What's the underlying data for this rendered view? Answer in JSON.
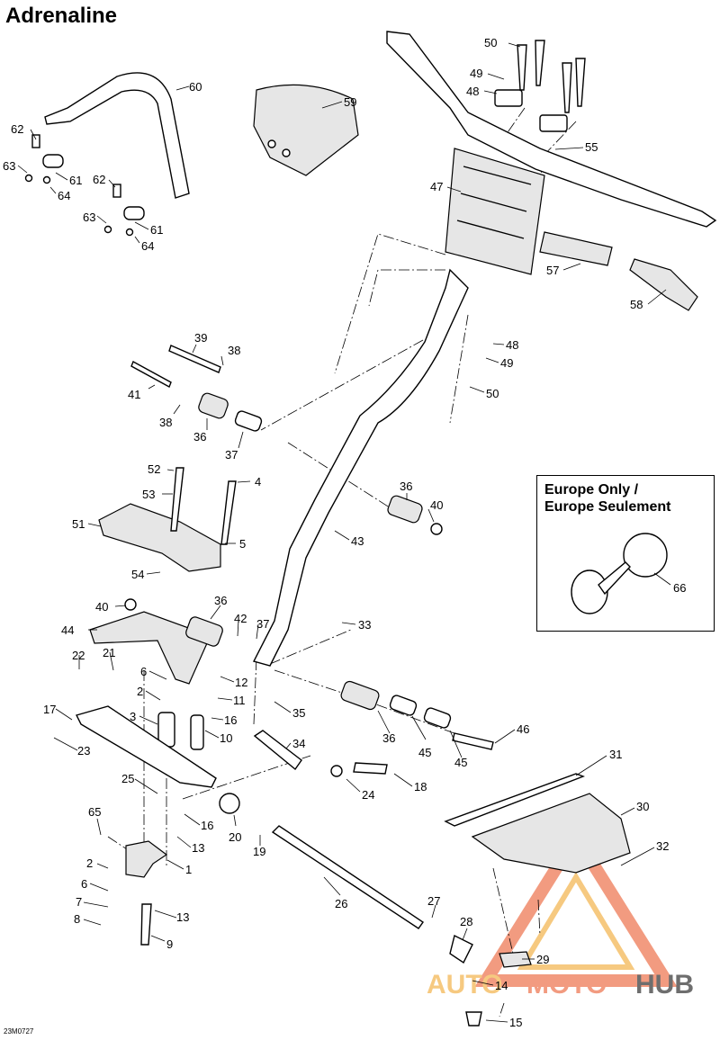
{
  "title": "Adrenaline",
  "document_id": "23M0727",
  "inset": {
    "title_line1": "Europe Only /",
    "title_line2": "Europe Seulement"
  },
  "watermark": {
    "part1": "AUTO",
    "part2": "MOTO",
    "part3": "HUB",
    "color_primary": "#f08a6a",
    "color_secondary": "#f5c06a",
    "color_dark": "#555555"
  },
  "callouts": [
    {
      "id": "c60",
      "n": "60"
    },
    {
      "id": "c59",
      "n": "59"
    },
    {
      "id": "c50a",
      "n": "50"
    },
    {
      "id": "c49a",
      "n": "49"
    },
    {
      "id": "c48a",
      "n": "48"
    },
    {
      "id": "c55",
      "n": "55"
    },
    {
      "id": "c47",
      "n": "47"
    },
    {
      "id": "c62a",
      "n": "62"
    },
    {
      "id": "c63a",
      "n": "63"
    },
    {
      "id": "c61a",
      "n": "61"
    },
    {
      "id": "c64a",
      "n": "64"
    },
    {
      "id": "c62b",
      "n": "62"
    },
    {
      "id": "c63b",
      "n": "63"
    },
    {
      "id": "c61b",
      "n": "61"
    },
    {
      "id": "c64b",
      "n": "64"
    },
    {
      "id": "c57",
      "n": "57"
    },
    {
      "id": "c58",
      "n": "58"
    },
    {
      "id": "c48b",
      "n": "48"
    },
    {
      "id": "c49b",
      "n": "49"
    },
    {
      "id": "c50b",
      "n": "50"
    },
    {
      "id": "c39",
      "n": "39"
    },
    {
      "id": "c38a",
      "n": "38"
    },
    {
      "id": "c41",
      "n": "41"
    },
    {
      "id": "c38b",
      "n": "38"
    },
    {
      "id": "c36a",
      "n": "36"
    },
    {
      "id": "c37a",
      "n": "37"
    },
    {
      "id": "c52",
      "n": "52"
    },
    {
      "id": "c4",
      "n": "4"
    },
    {
      "id": "c53",
      "n": "53"
    },
    {
      "id": "c51",
      "n": "51"
    },
    {
      "id": "c5",
      "n": "5"
    },
    {
      "id": "c54",
      "n": "54"
    },
    {
      "id": "c36b",
      "n": "36"
    },
    {
      "id": "c40a",
      "n": "40"
    },
    {
      "id": "c43",
      "n": "43"
    },
    {
      "id": "c66",
      "n": "66"
    },
    {
      "id": "c40b",
      "n": "40"
    },
    {
      "id": "c36c",
      "n": "36"
    },
    {
      "id": "c44",
      "n": "44"
    },
    {
      "id": "c42",
      "n": "42"
    },
    {
      "id": "c37b",
      "n": "37"
    },
    {
      "id": "c33",
      "n": "33"
    },
    {
      "id": "c22",
      "n": "22"
    },
    {
      "id": "c21",
      "n": "21"
    },
    {
      "id": "c6a",
      "n": "6"
    },
    {
      "id": "c12",
      "n": "12"
    },
    {
      "id": "c2a",
      "n": "2"
    },
    {
      "id": "c11",
      "n": "11"
    },
    {
      "id": "c17",
      "n": "17"
    },
    {
      "id": "c3",
      "n": "3"
    },
    {
      "id": "c16a",
      "n": "16"
    },
    {
      "id": "c35",
      "n": "35"
    },
    {
      "id": "c23",
      "n": "23"
    },
    {
      "id": "c10",
      "n": "10"
    },
    {
      "id": "c36d",
      "n": "36"
    },
    {
      "id": "c45a",
      "n": "45"
    },
    {
      "id": "c45b",
      "n": "45"
    },
    {
      "id": "c46",
      "n": "46"
    },
    {
      "id": "c34",
      "n": "34"
    },
    {
      "id": "c31",
      "n": "31"
    },
    {
      "id": "c25",
      "n": "25"
    },
    {
      "id": "c24",
      "n": "24"
    },
    {
      "id": "c18",
      "n": "18"
    },
    {
      "id": "c30",
      "n": "30"
    },
    {
      "id": "c65",
      "n": "65"
    },
    {
      "id": "c16b",
      "n": "16"
    },
    {
      "id": "c20",
      "n": "20"
    },
    {
      "id": "c19",
      "n": "19"
    },
    {
      "id": "c13a",
      "n": "13"
    },
    {
      "id": "c32",
      "n": "32"
    },
    {
      "id": "c2b",
      "n": "2"
    },
    {
      "id": "c1",
      "n": "1"
    },
    {
      "id": "c6b",
      "n": "6"
    },
    {
      "id": "c26",
      "n": "26"
    },
    {
      "id": "c7",
      "n": "7"
    },
    {
      "id": "c13b",
      "n": "13"
    },
    {
      "id": "c27",
      "n": "27"
    },
    {
      "id": "c8",
      "n": "8"
    },
    {
      "id": "c9",
      "n": "9"
    },
    {
      "id": "c28",
      "n": "28"
    },
    {
      "id": "c29",
      "n": "29"
    },
    {
      "id": "c14",
      "n": "14"
    },
    {
      "id": "c15",
      "n": "15"
    }
  ]
}
